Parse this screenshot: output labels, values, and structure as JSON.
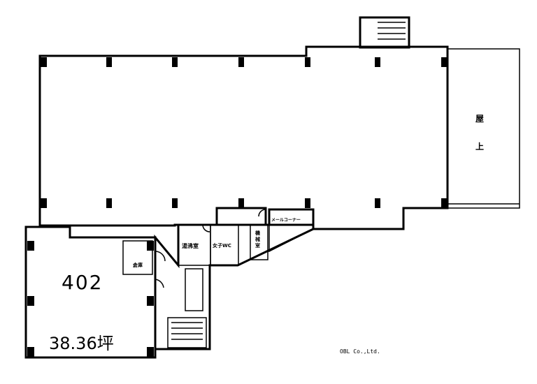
{
  "plan": {
    "unit_number": "402",
    "unit_area": "38.36坪",
    "company": "OBL Co.,Ltd.",
    "rooms": {
      "kitchenette": "湯沸室",
      "womens_wc": "女子WC",
      "storage": "倉庫",
      "mail_corner": "メールコーナー",
      "machine_room": "機械室",
      "terrace": "屋上"
    }
  }
}
